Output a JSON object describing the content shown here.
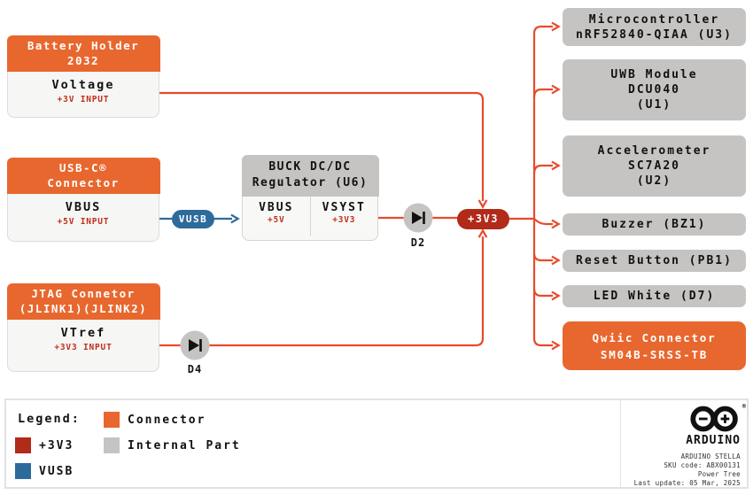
{
  "battery": {
    "line1": "Battery Holder",
    "line2": "2032",
    "signal": "Voltage",
    "sub": "+3V INPUT"
  },
  "usbc": {
    "line1": "USB-C®",
    "line2": "Connector",
    "signal": "VBUS",
    "sub": "+5V INPUT"
  },
  "jtag": {
    "line1": "JTAG Connetor",
    "line2": "(JLINK1)(JLINK2)",
    "signal": "VTref",
    "sub": "+3V3 INPUT"
  },
  "buck": {
    "line1": "BUCK DC/DC",
    "line2": "Regulator (U6)",
    "in_signal": "VBUS",
    "in_sub": "+5V",
    "out_signal": "VSYST",
    "out_sub": "+3V3"
  },
  "nets": {
    "vusb": "VUSB",
    "v3v3": "+3V3"
  },
  "diodes": {
    "d2": "D2",
    "d4": "D4"
  },
  "loads": {
    "micro": {
      "line1": "Microcontroller",
      "line2": "nRF52840-QIAA (U3)"
    },
    "uwb": {
      "line1": "UWB Module",
      "line2": "DCU040",
      "line3": "(U1)"
    },
    "accel": {
      "line1": "Accelerometer",
      "line2": "SC7A20",
      "line3": "(U2)"
    },
    "buzzer": {
      "line1": "Buzzer (BZ1)"
    },
    "reset": {
      "line1": "Reset Button (PB1)"
    },
    "led": {
      "line1": "LED White (D7)"
    },
    "qwiic": {
      "line1": "Qwiic Connector",
      "line2": "SM04B-SRSS-TB"
    }
  },
  "legend": {
    "title": "Legend:",
    "connector": "Connector",
    "v3v3": "+3V3",
    "internal": "Internal Part",
    "vusb": "VUSB"
  },
  "footer": {
    "brand": "ARDUINO",
    "reg": "®",
    "line1": "ARDUINO STELLA",
    "line2": "SKU code: ABX00131",
    "line3": "Power Tree",
    "line4": "Last update: 05 Mar, 2025"
  },
  "colors": {
    "connector_orange": "#e8672e",
    "net_red": "#b22a18",
    "vusb_blue": "#2d6b9b",
    "internal_gray": "#c5c4c2",
    "wire_red": "#e84b2b",
    "source_body": "#f6f6f4"
  }
}
